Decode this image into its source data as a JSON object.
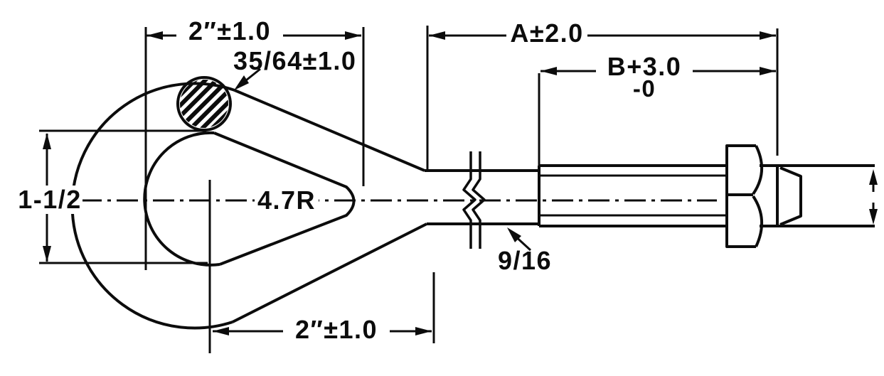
{
  "drawing": {
    "title": "eye-bolt-dimensioned-drawing",
    "colors": {
      "background": "#ffffff",
      "line": "#0c0c0c"
    },
    "labels": {
      "eye_width_top": "2″±1.0",
      "rope_diameter": "35/64±1.0",
      "overall_length": "A±2.0",
      "thread_length_line1": "B+3.0",
      "thread_length_line2": "-0",
      "eye_inner_diameter": "1-1/2",
      "bend_radius": "4.7R",
      "shaft_diameter": "9/16",
      "eye_width_bottom": "2″±1.0"
    }
  }
}
